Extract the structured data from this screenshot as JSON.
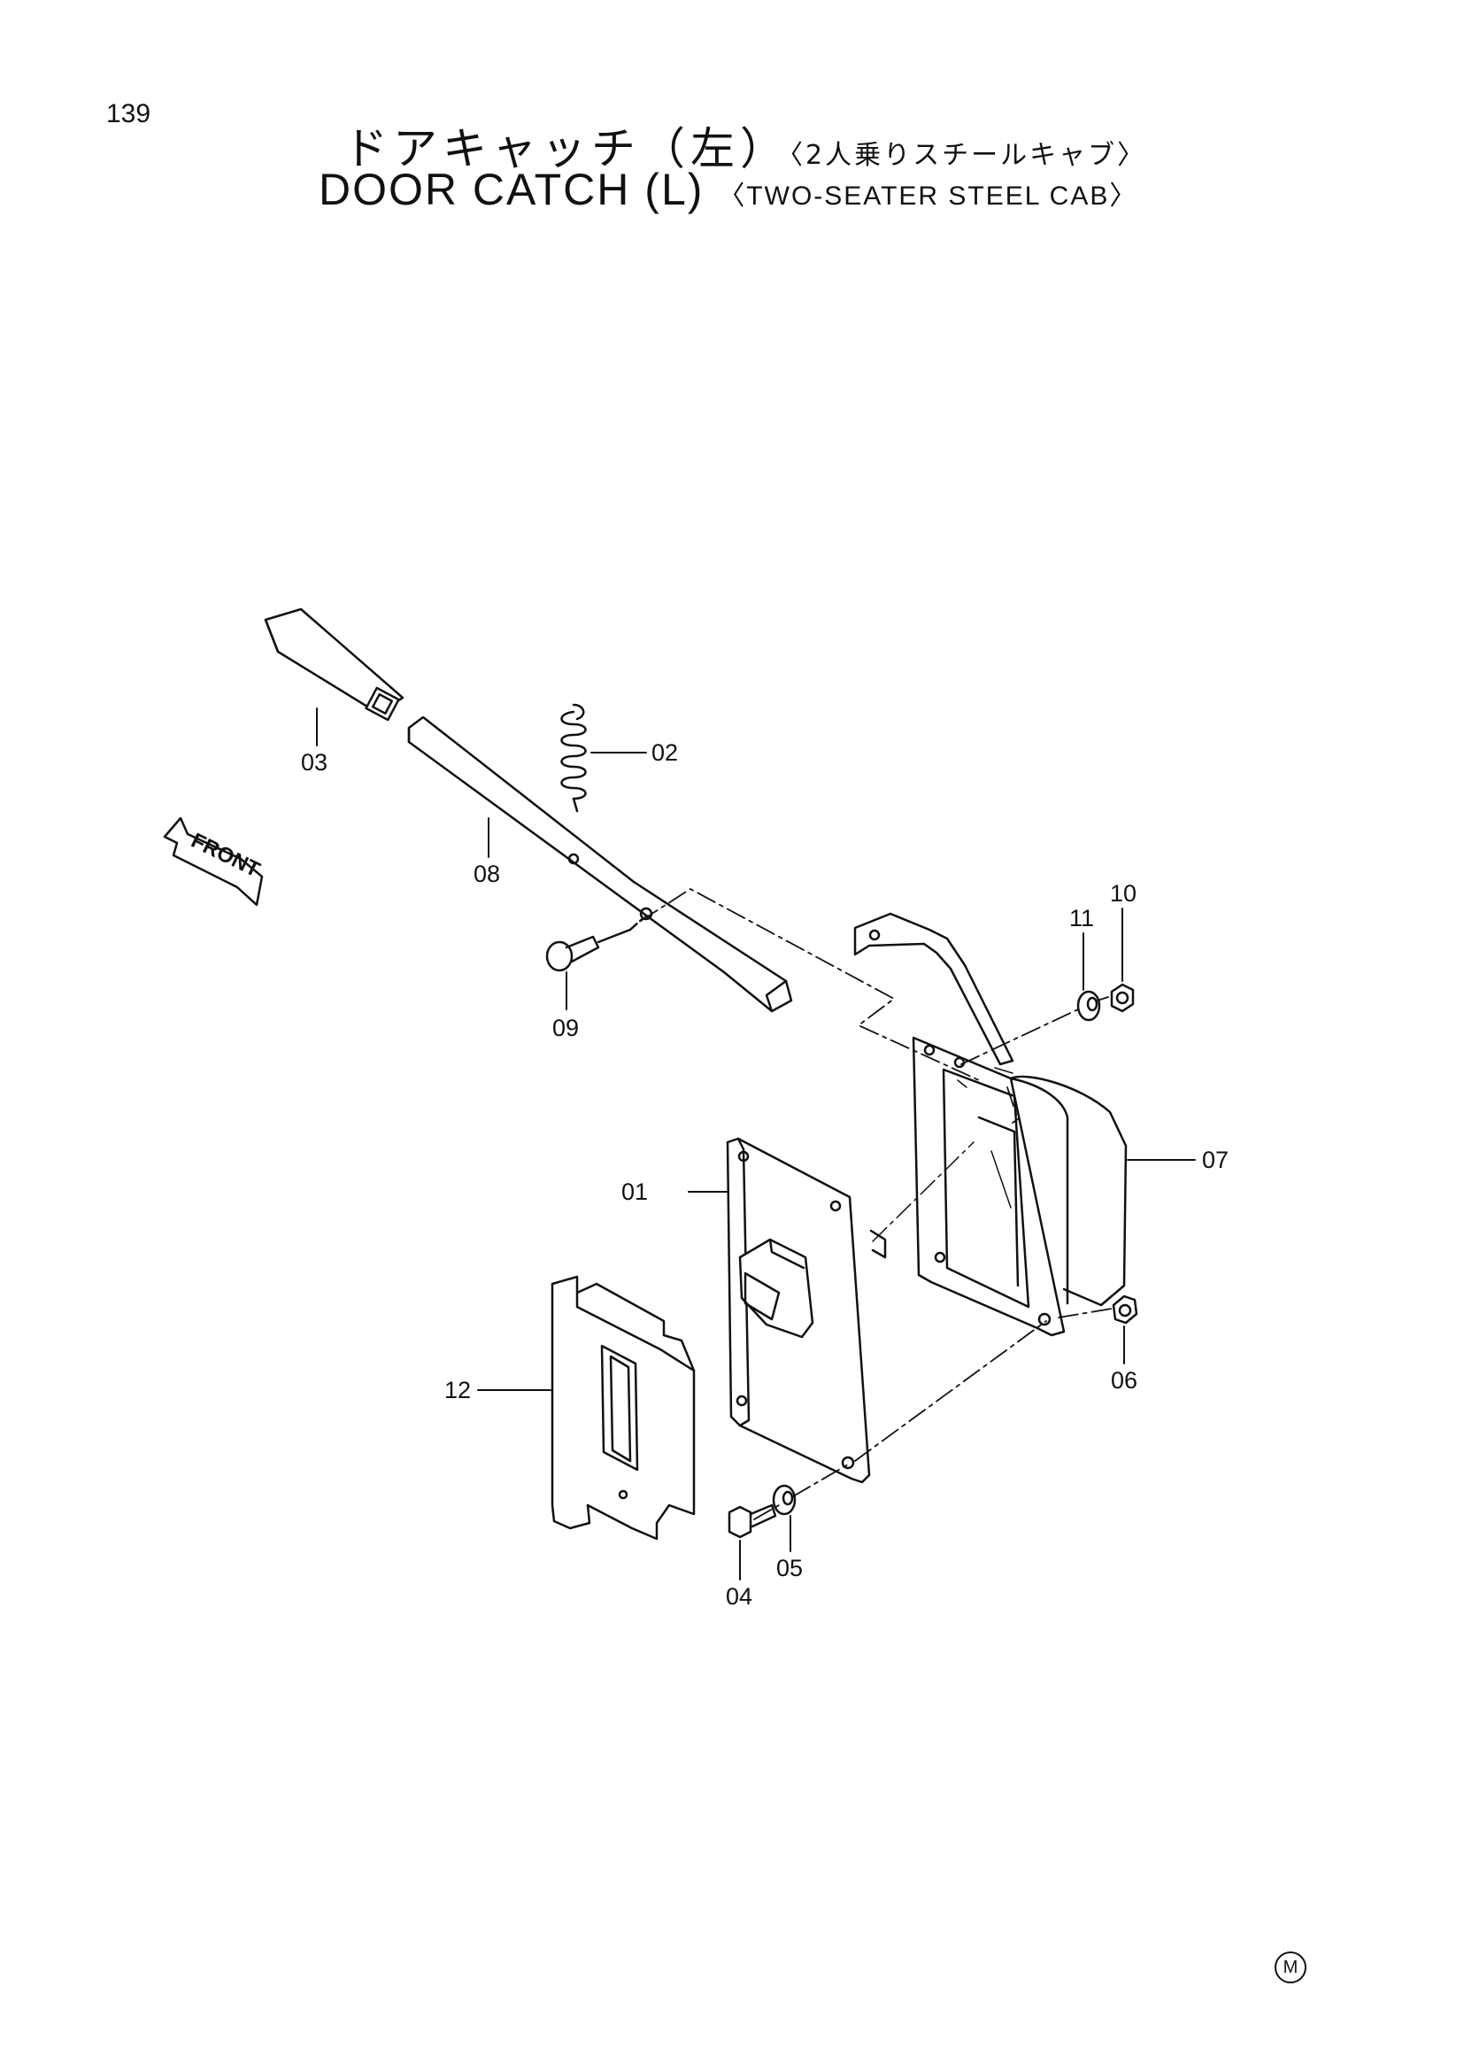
{
  "page_number": "139",
  "title": {
    "jp_main": "ドアキャッチ（左）",
    "jp_sub": "〈2人乗りスチールキャブ〉",
    "en_main": "DOOR CATCH (L)",
    "en_sub": "〈TWO-SEATER STEEL CAB〉"
  },
  "front_arrow_label": "FRONT",
  "callouts": {
    "p01": "01",
    "p02": "02",
    "p03": "03",
    "p04": "04",
    "p05": "05",
    "p06": "06",
    "p07": "07",
    "p08": "08",
    "p09": "09",
    "p10": "10",
    "p11": "11",
    "p12": "12"
  },
  "mark": "M"
}
